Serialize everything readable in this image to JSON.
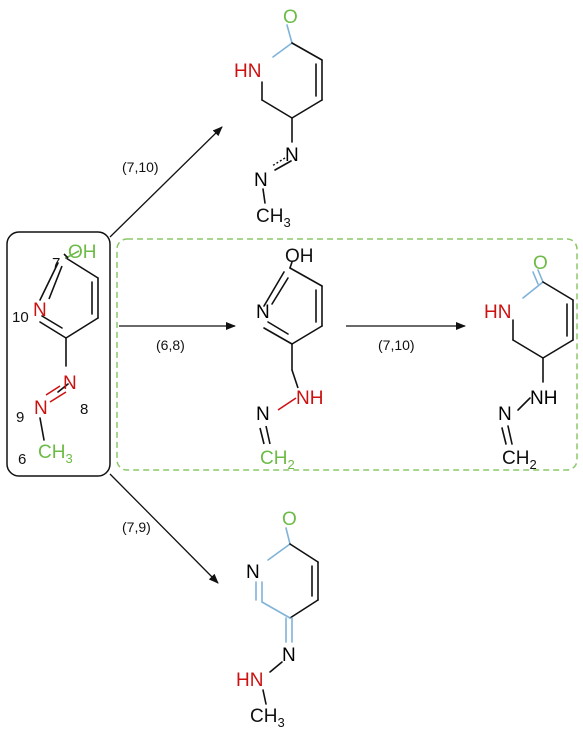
{
  "colors": {
    "bond": "#111111",
    "red": "#cc1111",
    "green": "#6dbb46",
    "blue": "#7fb3d9",
    "box_dashed": "#8cc86a",
    "box_solid": "#111111"
  },
  "reactant": {
    "atoms": {
      "oh": "OH",
      "n_ring": "N",
      "n8": "N",
      "n9": "N",
      "ch": "CH",
      "ch_sub": "3"
    },
    "numbers": {
      "n7": "7",
      "n10": "10",
      "n8": "8",
      "n9": "9",
      "n6": "6"
    }
  },
  "arrows": {
    "up": "(7,10)",
    "middle1": "(6,8)",
    "middle2": "(7,10)",
    "down": "(7,9)"
  },
  "product_top": {
    "o": "O",
    "hn": "HN",
    "n_upper": "N",
    "n_lower": "N",
    "ch": "CH",
    "ch_sub": "3"
  },
  "intermediate": {
    "oh": "OH",
    "n_ring": "N",
    "nh": "NH",
    "n": "N",
    "ch": "CH",
    "ch_sub": "2"
  },
  "product_right": {
    "o": "O",
    "hn": "HN",
    "nh": "NH",
    "n": "N",
    "ch": "CH",
    "ch_sub": "2"
  },
  "product_bottom": {
    "o": "O",
    "n_ring": "N",
    "n": "N",
    "hn": "HN",
    "ch": "CH",
    "ch_sub": "3"
  }
}
